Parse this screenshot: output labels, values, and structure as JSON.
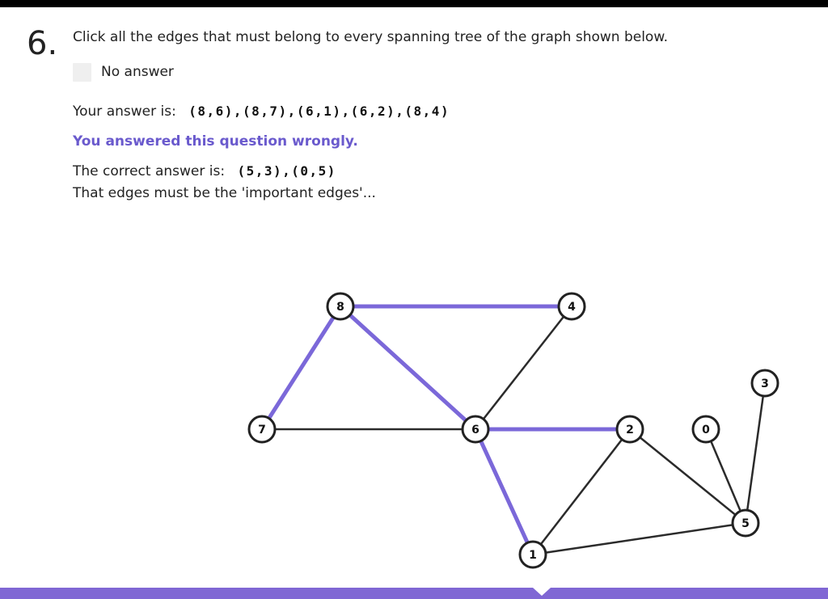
{
  "question": {
    "number": "6.",
    "prompt": "Click all the edges that must belong to every spanning tree of the graph shown below.",
    "no_answer_label": "No answer",
    "your_answer_label": "Your answer is:",
    "your_answer_value": "(8,6),(8,7),(6,1),(6,2),(8,4)",
    "feedback": "You answered this question wrongly.",
    "correct_answer_label": "The correct answer is:",
    "correct_answer_value": "(5,3),(0,5)",
    "explanation": "That edges must be the 'important edges'..."
  },
  "graph": {
    "colors": {
      "selected_edge": "#7b68d9",
      "normal_edge": "#2b2b2b",
      "node_stroke": "#222222",
      "feedback": "#6a5acd",
      "bottom_bar": "#8067d4"
    },
    "nodes": [
      {
        "id": "8",
        "label": "8"
      },
      {
        "id": "4",
        "label": "4"
      },
      {
        "id": "7",
        "label": "7"
      },
      {
        "id": "6",
        "label": "6"
      },
      {
        "id": "2",
        "label": "2"
      },
      {
        "id": "0",
        "label": "0"
      },
      {
        "id": "3",
        "label": "3"
      },
      {
        "id": "5",
        "label": "5"
      },
      {
        "id": "1",
        "label": "1"
      }
    ],
    "edges": [
      {
        "from": "8",
        "to": "4",
        "selected": true
      },
      {
        "from": "8",
        "to": "7",
        "selected": true
      },
      {
        "from": "8",
        "to": "6",
        "selected": true
      },
      {
        "from": "6",
        "to": "2",
        "selected": true
      },
      {
        "from": "6",
        "to": "1",
        "selected": true
      },
      {
        "from": "7",
        "to": "6",
        "selected": false
      },
      {
        "from": "4",
        "to": "6",
        "selected": false
      },
      {
        "from": "2",
        "to": "1",
        "selected": false
      },
      {
        "from": "2",
        "to": "5",
        "selected": false
      },
      {
        "from": "0",
        "to": "5",
        "selected": false
      },
      {
        "from": "3",
        "to": "5",
        "selected": false
      },
      {
        "from": "1",
        "to": "5",
        "selected": false
      }
    ]
  }
}
